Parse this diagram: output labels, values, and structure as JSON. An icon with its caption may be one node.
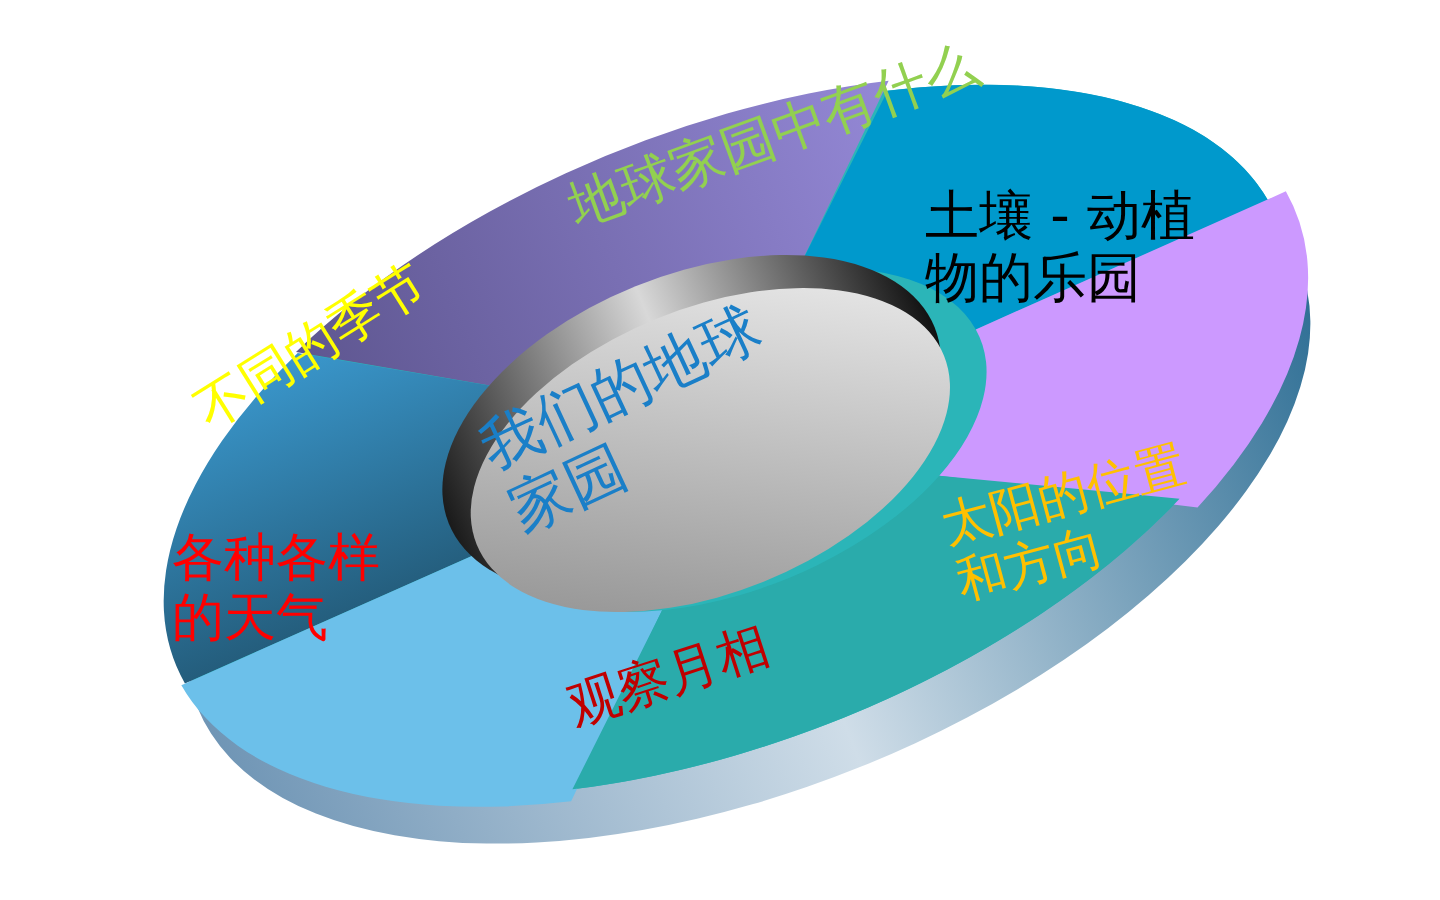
{
  "diagram": {
    "nodes": [
      {
        "text": [
          "我们的地球家园"
        ]
      },
      {
        "text": [
          "地球家园中有什么"
        ]
      },
      {
        "text": [
          "土壤 - 动植物的乐园"
        ]
      },
      {
        "text": [
          "不同的季节"
        ]
      },
      {
        "text": [
          "太阳的位置和方向"
        ]
      },
      {
        "text": [
          "各种各样的天气"
        ]
      },
      {
        "text": [
          "观察月相"
        ]
      }
    ]
  }
}
